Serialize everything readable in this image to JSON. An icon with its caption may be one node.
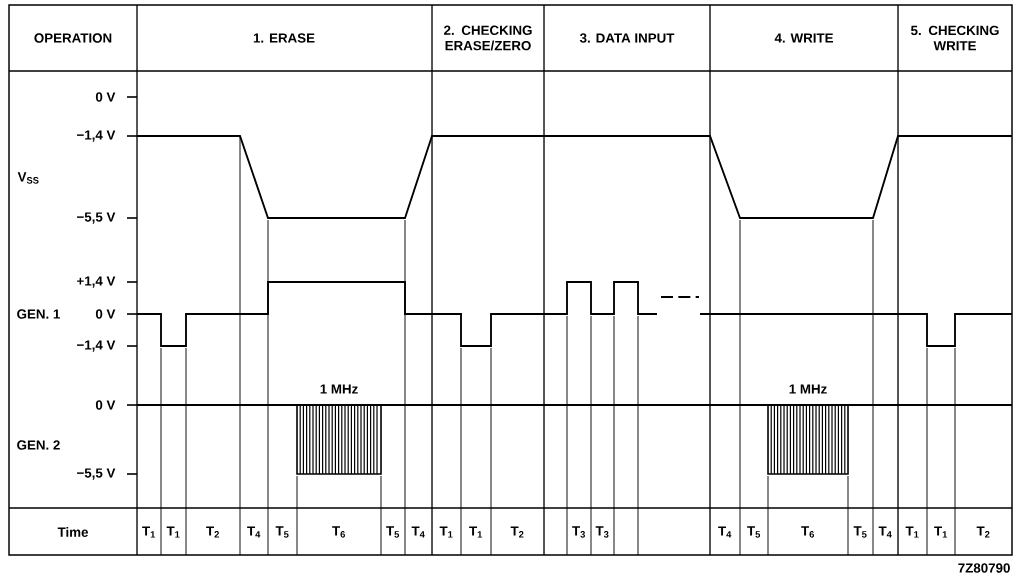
{
  "diagram": {
    "labels": [
      "OPERATION",
      "1. ERASE",
      "2. CHECKING ERASE/ZERO",
      "3. DATA INPUT",
      "4. WRITE",
      "5. CHECKING WRITE",
      "0 V",
      "−1,4 V",
      "V$_{SS}$",
      "−5,5 V",
      "+1,4 V",
      "GEN. 1",
      "0 V",
      "−1,4 V",
      "1 MHz",
      "1 MHz",
      "0 V",
      "GEN. 2",
      "−5,5 V",
      "Time",
      "T$_{1}$",
      "T$_{1}$",
      "T$_{2}$",
      "T$_{4}$",
      "T$_{5}$",
      "T$_{6}$",
      "T$_{5}$",
      "T$_{4}$",
      "T$_{1}$",
      "T$_{1}$",
      "T$_{2}$",
      "T$_{3}$",
      "T$_{3}$",
      "T$_{4}$",
      "T$_{5}$",
      "T$_{6}$",
      "T$_{5}$",
      "T$_{4}$",
      "T$_{1}$",
      "T$_{1}$",
      "T$_{2}$",
      "7Z80790"
    ]
  }
}
